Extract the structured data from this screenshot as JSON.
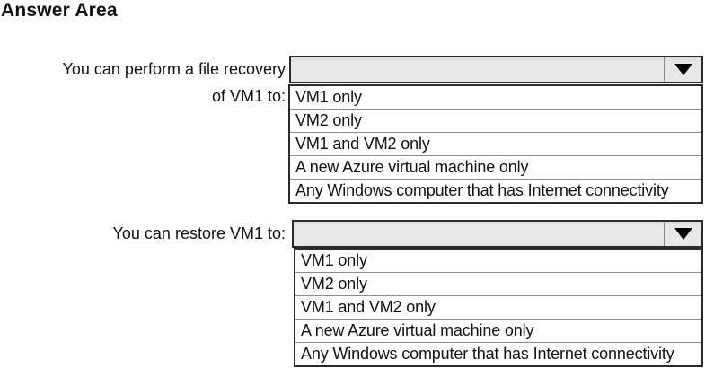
{
  "title": "Answer Area",
  "colors": {
    "text": "#111111",
    "box_border": "#2b2b2b",
    "dropdown_fill": "#e8e8e8",
    "divider": "#8a8a8a",
    "row_separator": "#8f8f8f",
    "arrow": "#000000",
    "list_bg": "#ffffff"
  },
  "icons": {
    "dropdown_arrow": "filled-down-triangle"
  },
  "questions": [
    {
      "label_lines": [
        "You can perform a file recovery",
        "of VM1 to:"
      ],
      "dropdown": {
        "selected_value": "",
        "options": [
          "VM1 only",
          "VM2 only",
          "VM1 and VM2 only",
          "A new Azure virtual machine only",
          "Any Windows computer that has Internet connectivity"
        ]
      }
    },
    {
      "label_lines": [
        "You can restore VM1 to:"
      ],
      "dropdown": {
        "selected_value": "",
        "options": [
          "VM1 only",
          "VM2 only",
          "VM1 and VM2 only",
          "A new Azure virtual machine only",
          "Any Windows computer that has Internet connectivity"
        ]
      }
    }
  ]
}
